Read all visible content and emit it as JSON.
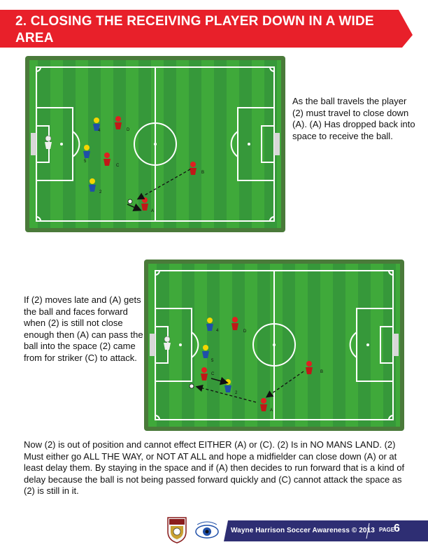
{
  "header": {
    "title_line1": "2.  CLOSING THE RECEIVING PLAYER DOWN IN A WIDE",
    "title_line2": "AREA",
    "color": "#e8202a"
  },
  "diagram1": {
    "player_labels": [
      "4",
      "D",
      "5",
      "C",
      "2",
      "B",
      "A"
    ]
  },
  "diagram2": {
    "player_labels": [
      "4",
      "D",
      "5",
      "C",
      "2",
      "B",
      "A"
    ]
  },
  "paragraphs": {
    "p1": "As the ball travels the player (2) must travel to close down (A). (A) Has dropped back into space to receive the ball.",
    "p2": "If (2) moves late and (A) gets the ball and faces forward when (2) is still not close enough then (A) can pass the ball into the space (2) came from for striker (C) to attack.",
    "p3": "Now (2) is out of position and cannot effect EITHER (A) or (C).  (2) Is in NO MANS LAND. (2) Must either go ALL THE WAY, or NOT AT ALL and hope a midfielder can close down (A) or at least delay them. By staying in the space and if (A) then decides to run forward that is a kind of delay because the ball is not being passed forward quickly and (C) cannot attack the space as (2) is still in it."
  },
  "footer": {
    "credit": "Wayne Harrison Soccer Awareness © 2013",
    "page_label": "PAGE",
    "page_number": "6"
  }
}
